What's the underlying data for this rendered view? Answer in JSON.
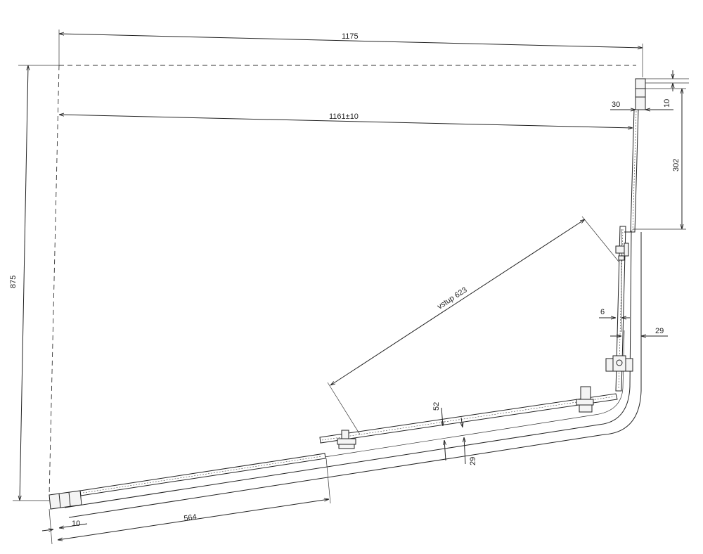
{
  "dimensions": {
    "overall_width": "1175",
    "inner_width": "1161±10",
    "overall_depth": "875",
    "right_top_wall": "30",
    "right_top_gap": "10",
    "right_fixed_panel": "302",
    "entrance": "vstup 623",
    "frame_depth_6": "6",
    "frame_depth_29_right": "29",
    "bottom_52": "52",
    "bottom_29": "29",
    "bottom_left_fixed": "564",
    "bottom_left_gap": "10"
  }
}
